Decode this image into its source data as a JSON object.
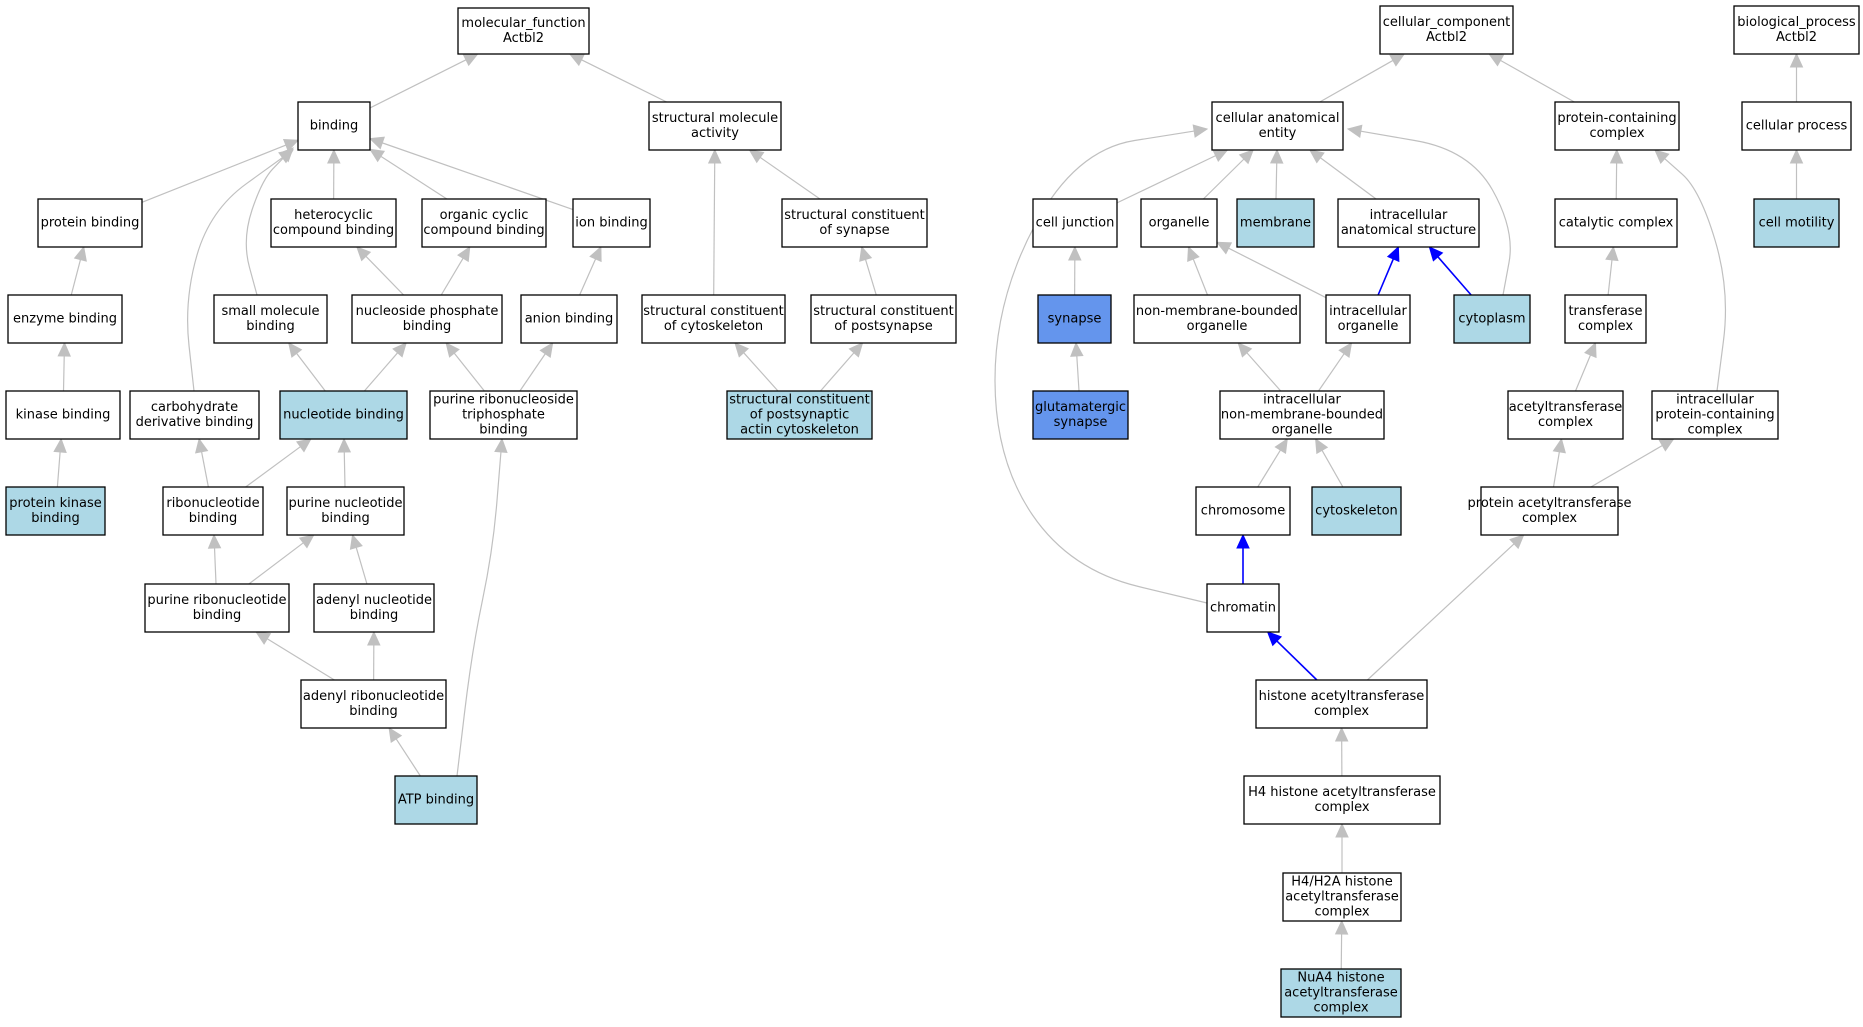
{
  "colors": {
    "default_fill": "#ffffff",
    "annotated_fill": "#add8e6",
    "highlight_fill": "#6495ed",
    "edge_grey": "#c0c0c0",
    "edge_blue": "#0000ff",
    "border": "#000000"
  },
  "nodes": [
    {
      "id": "mf",
      "lines": [
        "molecular_function",
        "Actbl2"
      ],
      "fill": "default"
    },
    {
      "id": "binding",
      "lines": [
        "binding"
      ],
      "fill": "default"
    },
    {
      "id": "sma",
      "lines": [
        "structural molecule",
        "activity"
      ],
      "fill": "default"
    },
    {
      "id": "protein_binding",
      "lines": [
        "protein binding"
      ],
      "fill": "default"
    },
    {
      "id": "heterocyclic",
      "lines": [
        "heterocyclic",
        "compound binding"
      ],
      "fill": "default"
    },
    {
      "id": "organic_cyclic",
      "lines": [
        "organic cyclic",
        "compound binding"
      ],
      "fill": "default"
    },
    {
      "id": "ion_binding",
      "lines": [
        "ion binding"
      ],
      "fill": "default"
    },
    {
      "id": "sc_synapse",
      "lines": [
        "structural constituent",
        "of synapse"
      ],
      "fill": "default"
    },
    {
      "id": "enzyme_binding",
      "lines": [
        "enzyme binding"
      ],
      "fill": "default"
    },
    {
      "id": "small_molecule",
      "lines": [
        "small molecule",
        "binding"
      ],
      "fill": "default"
    },
    {
      "id": "nuc_phosphate",
      "lines": [
        "nucleoside phosphate",
        "binding"
      ],
      "fill": "default"
    },
    {
      "id": "anion_binding",
      "lines": [
        "anion binding"
      ],
      "fill": "default"
    },
    {
      "id": "sc_cytoskeleton",
      "lines": [
        "structural constituent",
        "of cytoskeleton"
      ],
      "fill": "default"
    },
    {
      "id": "sc_postsynapse",
      "lines": [
        "structural constituent",
        "of postsynapse"
      ],
      "fill": "default"
    },
    {
      "id": "kinase_binding",
      "lines": [
        "kinase binding"
      ],
      "fill": "default"
    },
    {
      "id": "carb_deriv",
      "lines": [
        "carbohydrate",
        "derivative binding"
      ],
      "fill": "default"
    },
    {
      "id": "nucleotide_binding",
      "lines": [
        "nucleotide binding"
      ],
      "fill": "annotated"
    },
    {
      "id": "purine_ribonucleoside_tp",
      "lines": [
        "purine ribonucleoside",
        "triphosphate",
        "binding"
      ],
      "fill": "default"
    },
    {
      "id": "sc_post_actin",
      "lines": [
        "structural constituent",
        "of postsynaptic",
        "actin cytoskeleton"
      ],
      "fill": "annotated"
    },
    {
      "id": "protein_kinase_binding",
      "lines": [
        "protein kinase",
        "binding"
      ],
      "fill": "annotated"
    },
    {
      "id": "ribonucleotide",
      "lines": [
        "ribonucleotide",
        "binding"
      ],
      "fill": "default"
    },
    {
      "id": "purine_nucleotide",
      "lines": [
        "purine nucleotide",
        "binding"
      ],
      "fill": "default"
    },
    {
      "id": "purine_ribonucleotide",
      "lines": [
        "purine ribonucleotide",
        "binding"
      ],
      "fill": "default"
    },
    {
      "id": "adenyl_nucleotide",
      "lines": [
        "adenyl nucleotide",
        "binding"
      ],
      "fill": "default"
    },
    {
      "id": "adenyl_ribonucleotide",
      "lines": [
        "adenyl ribonucleotide",
        "binding"
      ],
      "fill": "default"
    },
    {
      "id": "atp_binding",
      "lines": [
        "ATP binding"
      ],
      "fill": "annotated"
    },
    {
      "id": "cc",
      "lines": [
        "cellular_component",
        "Actbl2"
      ],
      "fill": "default"
    },
    {
      "id": "bp",
      "lines": [
        "biological_process",
        "Actbl2"
      ],
      "fill": "default"
    },
    {
      "id": "cae",
      "lines": [
        "cellular anatomical",
        "entity"
      ],
      "fill": "default"
    },
    {
      "id": "pcc",
      "lines": [
        "protein-containing",
        "complex"
      ],
      "fill": "default"
    },
    {
      "id": "cellular_process",
      "lines": [
        "cellular process"
      ],
      "fill": "default"
    },
    {
      "id": "cell_junction",
      "lines": [
        "cell junction"
      ],
      "fill": "default"
    },
    {
      "id": "organelle",
      "lines": [
        "organelle"
      ],
      "fill": "default"
    },
    {
      "id": "membrane",
      "lines": [
        "membrane"
      ],
      "fill": "annotated"
    },
    {
      "id": "ias",
      "lines": [
        "intracellular",
        "anatomical structure"
      ],
      "fill": "default"
    },
    {
      "id": "catalytic_complex",
      "lines": [
        "catalytic complex"
      ],
      "fill": "default"
    },
    {
      "id": "cell_motility",
      "lines": [
        "cell motility"
      ],
      "fill": "annotated"
    },
    {
      "id": "synapse",
      "lines": [
        "synapse"
      ],
      "fill": "highlight"
    },
    {
      "id": "nmbo",
      "lines": [
        "non-membrane-bounded",
        "organelle"
      ],
      "fill": "default"
    },
    {
      "id": "intra_organelle",
      "lines": [
        "intracellular",
        "organelle"
      ],
      "fill": "default"
    },
    {
      "id": "cytoplasm",
      "lines": [
        "cytoplasm"
      ],
      "fill": "annotated"
    },
    {
      "id": "transferase_complex",
      "lines": [
        "transferase",
        "complex"
      ],
      "fill": "default"
    },
    {
      "id": "glut_synapse",
      "lines": [
        "glutamatergic",
        "synapse"
      ],
      "fill": "highlight"
    },
    {
      "id": "intra_nmbo",
      "lines": [
        "intracellular",
        "non-membrane-bounded",
        "organelle"
      ],
      "fill": "default"
    },
    {
      "id": "acetyltransferase_complex",
      "lines": [
        "acetyltransferase",
        "complex"
      ],
      "fill": "default"
    },
    {
      "id": "intra_pcc",
      "lines": [
        "intracellular",
        "protein-containing",
        "complex"
      ],
      "fill": "default"
    },
    {
      "id": "chromosome",
      "lines": [
        "chromosome"
      ],
      "fill": "default"
    },
    {
      "id": "cytoskeleton",
      "lines": [
        "cytoskeleton"
      ],
      "fill": "annotated"
    },
    {
      "id": "prot_acetyl_complex",
      "lines": [
        "protein acetyltransferase",
        "complex"
      ],
      "fill": "default"
    },
    {
      "id": "chromatin",
      "lines": [
        "chromatin"
      ],
      "fill": "default"
    },
    {
      "id": "hat_complex",
      "lines": [
        "histone acetyltransferase",
        "complex"
      ],
      "fill": "default"
    },
    {
      "id": "h4_hat",
      "lines": [
        "H4 histone acetyltransferase",
        "complex"
      ],
      "fill": "default"
    },
    {
      "id": "h4h2a_hat",
      "lines": [
        "H4/H2A histone",
        "acetyltransferase",
        "complex"
      ],
      "fill": "default"
    },
    {
      "id": "nua4",
      "lines": [
        "NuA4 histone",
        "acetyltransferase",
        "complex"
      ],
      "fill": "annotated"
    }
  ],
  "edges": [
    {
      "child": "binding",
      "parent": "mf",
      "color": "grey"
    },
    {
      "child": "sma",
      "parent": "mf",
      "color": "grey"
    },
    {
      "child": "protein_binding",
      "parent": "binding",
      "color": "grey"
    },
    {
      "child": "heterocyclic",
      "parent": "binding",
      "color": "grey"
    },
    {
      "child": "organic_cyclic",
      "parent": "binding",
      "color": "grey"
    },
    {
      "child": "ion_binding",
      "parent": "binding",
      "color": "grey"
    },
    {
      "child": "small_molecule",
      "parent": "binding",
      "color": "grey"
    },
    {
      "child": "carb_deriv",
      "parent": "binding",
      "color": "grey"
    },
    {
      "child": "sc_cytoskeleton",
      "parent": "sma",
      "color": "grey"
    },
    {
      "child": "sc_synapse",
      "parent": "sma",
      "color": "grey"
    },
    {
      "child": "enzyme_binding",
      "parent": "protein_binding",
      "color": "grey"
    },
    {
      "child": "kinase_binding",
      "parent": "enzyme_binding",
      "color": "grey"
    },
    {
      "child": "protein_kinase_binding",
      "parent": "kinase_binding",
      "color": "grey"
    },
    {
      "child": "nuc_phosphate",
      "parent": "heterocyclic",
      "color": "grey"
    },
    {
      "child": "nuc_phosphate",
      "parent": "organic_cyclic",
      "color": "grey"
    },
    {
      "child": "anion_binding",
      "parent": "ion_binding",
      "color": "grey"
    },
    {
      "child": "sc_postsynapse",
      "parent": "sc_synapse",
      "color": "grey"
    },
    {
      "child": "nucleotide_binding",
      "parent": "small_molecule",
      "color": "grey"
    },
    {
      "child": "nucleotide_binding",
      "parent": "nuc_phosphate",
      "color": "grey"
    },
    {
      "child": "purine_ribonucleoside_tp",
      "parent": "nuc_phosphate",
      "color": "grey"
    },
    {
      "child": "purine_ribonucleoside_tp",
      "parent": "anion_binding",
      "color": "grey"
    },
    {
      "child": "sc_post_actin",
      "parent": "sc_cytoskeleton",
      "color": "grey"
    },
    {
      "child": "sc_post_actin",
      "parent": "sc_postsynapse",
      "color": "grey"
    },
    {
      "child": "ribonucleotide",
      "parent": "carb_deriv",
      "color": "grey"
    },
    {
      "child": "ribonucleotide",
      "parent": "nucleotide_binding",
      "color": "grey"
    },
    {
      "child": "purine_nucleotide",
      "parent": "nucleotide_binding",
      "color": "grey"
    },
    {
      "child": "purine_ribonucleotide",
      "parent": "ribonucleotide",
      "color": "grey"
    },
    {
      "child": "purine_ribonucleotide",
      "parent": "purine_nucleotide",
      "color": "grey"
    },
    {
      "child": "adenyl_nucleotide",
      "parent": "purine_nucleotide",
      "color": "grey"
    },
    {
      "child": "adenyl_ribonucleotide",
      "parent": "purine_ribonucleotide",
      "color": "grey"
    },
    {
      "child": "adenyl_ribonucleotide",
      "parent": "adenyl_nucleotide",
      "color": "grey"
    },
    {
      "child": "atp_binding",
      "parent": "adenyl_ribonucleotide",
      "color": "grey"
    },
    {
      "child": "atp_binding",
      "parent": "purine_ribonucleoside_tp",
      "color": "grey"
    },
    {
      "child": "cae",
      "parent": "cc",
      "color": "grey"
    },
    {
      "child": "pcc",
      "parent": "cc",
      "color": "grey"
    },
    {
      "child": "cellular_process",
      "parent": "bp",
      "color": "grey"
    },
    {
      "child": "cell_junction",
      "parent": "cae",
      "color": "grey"
    },
    {
      "child": "organelle",
      "parent": "cae",
      "color": "grey"
    },
    {
      "child": "membrane",
      "parent": "cae",
      "color": "grey"
    },
    {
      "child": "ias",
      "parent": "cae",
      "color": "grey"
    },
    {
      "child": "cytoplasm",
      "parent": "cae",
      "color": "grey"
    },
    {
      "child": "chromatin",
      "parent": "cae",
      "color": "grey"
    },
    {
      "child": "catalytic_complex",
      "parent": "pcc",
      "color": "grey"
    },
    {
      "child": "intra_pcc",
      "parent": "pcc",
      "color": "grey"
    },
    {
      "child": "cell_motility",
      "parent": "cellular_process",
      "color": "grey"
    },
    {
      "child": "synapse",
      "parent": "cell_junction",
      "color": "grey"
    },
    {
      "child": "glut_synapse",
      "parent": "synapse",
      "color": "grey"
    },
    {
      "child": "nmbo",
      "parent": "organelle",
      "color": "grey"
    },
    {
      "child": "intra_organelle",
      "parent": "organelle",
      "color": "grey"
    },
    {
      "child": "intra_organelle",
      "parent": "ias",
      "color": "blue"
    },
    {
      "child": "cytoplasm",
      "parent": "ias",
      "color": "blue"
    },
    {
      "child": "intra_nmbo",
      "parent": "nmbo",
      "color": "grey"
    },
    {
      "child": "intra_nmbo",
      "parent": "intra_organelle",
      "color": "grey"
    },
    {
      "child": "chromosome",
      "parent": "intra_nmbo",
      "color": "grey"
    },
    {
      "child": "cytoskeleton",
      "parent": "intra_nmbo",
      "color": "grey"
    },
    {
      "child": "chromatin",
      "parent": "chromosome",
      "color": "blue"
    },
    {
      "child": "transferase_complex",
      "parent": "catalytic_complex",
      "color": "grey"
    },
    {
      "child": "acetyltransferase_complex",
      "parent": "transferase_complex",
      "color": "grey"
    },
    {
      "child": "prot_acetyl_complex",
      "parent": "acetyltransferase_complex",
      "color": "grey"
    },
    {
      "child": "prot_acetyl_complex",
      "parent": "intra_pcc",
      "color": "grey"
    },
    {
      "child": "hat_complex",
      "parent": "prot_acetyl_complex",
      "color": "grey"
    },
    {
      "child": "hat_complex",
      "parent": "chromatin",
      "color": "blue"
    },
    {
      "child": "h4_hat",
      "parent": "hat_complex",
      "color": "grey"
    },
    {
      "child": "h4h2a_hat",
      "parent": "h4_hat",
      "color": "grey"
    },
    {
      "child": "nua4",
      "parent": "h4h2a_hat",
      "color": "grey"
    }
  ]
}
